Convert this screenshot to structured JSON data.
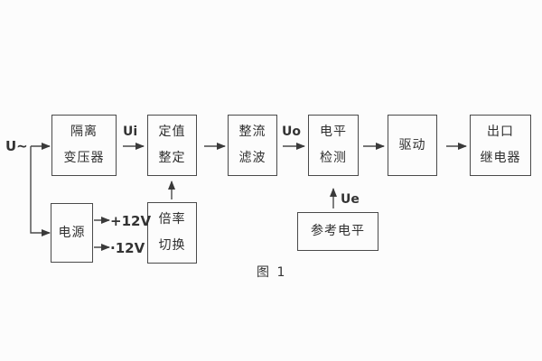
{
  "diagram": {
    "caption": "图 1",
    "input_label": "U~",
    "signals": {
      "ui": "Ui",
      "uo": "Uo",
      "ue": "Ue"
    },
    "power_rails": {
      "positive": "+12V",
      "negative": "·12V"
    },
    "blocks": {
      "isolation_transformer": {
        "line1": "隔离",
        "line2": "变压器"
      },
      "setting_adjust": {
        "line1": "定值",
        "line2": "整定"
      },
      "rectifier_filter": {
        "line1": "整流",
        "line2": "滤波"
      },
      "level_detect": {
        "line1": "电平",
        "line2": "检测"
      },
      "driver": {
        "label": "驱动"
      },
      "output_relay": {
        "line1": "出口",
        "line2": "继电器"
      },
      "power_supply": {
        "label": "电源"
      },
      "ratio_switch": {
        "line1": "倍率",
        "line2": "切换"
      },
      "reference_level": {
        "label": "参考电平"
      }
    },
    "colors": {
      "line": "#4a4a4a",
      "text": "#2f2f2f",
      "background": "#fcfcfc"
    }
  }
}
